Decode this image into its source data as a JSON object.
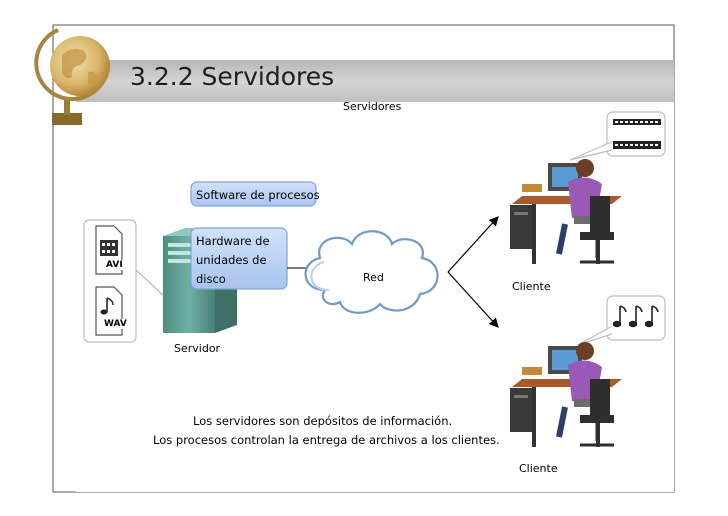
{
  "slide": {
    "title": "3.2.2 Servidores"
  },
  "diagram": {
    "title": "Servidores",
    "software_label": "Software de procesos",
    "hardware_lines": [
      "Hardware de",
      "unidades de",
      "disco"
    ],
    "network_label": "Red",
    "client_labels": [
      "Cliente",
      "Cliente"
    ],
    "server_label": "Servidor",
    "file_labels": [
      "AVI",
      "WAV"
    ],
    "caption_lines": [
      "Los servidores son depósitos de información.",
      "Los procesos controlan la entrega de archivos a los clientes."
    ]
  },
  "colors": {
    "slide_border": "#555555",
    "title_bar": "#c9c9c9",
    "label_box_fill": "#b9d0f4",
    "label_box_stroke": "#7fa3d9",
    "server_body": "#5e9c91",
    "cloud_stroke": "#6f9bc6",
    "person_shirt": "#9b59b6"
  },
  "icons": [
    "globe-icon",
    "server-icon",
    "cloud-icon",
    "film-icon",
    "music-notes-icon",
    "video-file-icon",
    "audio-file-icon",
    "workstation-icon"
  ]
}
